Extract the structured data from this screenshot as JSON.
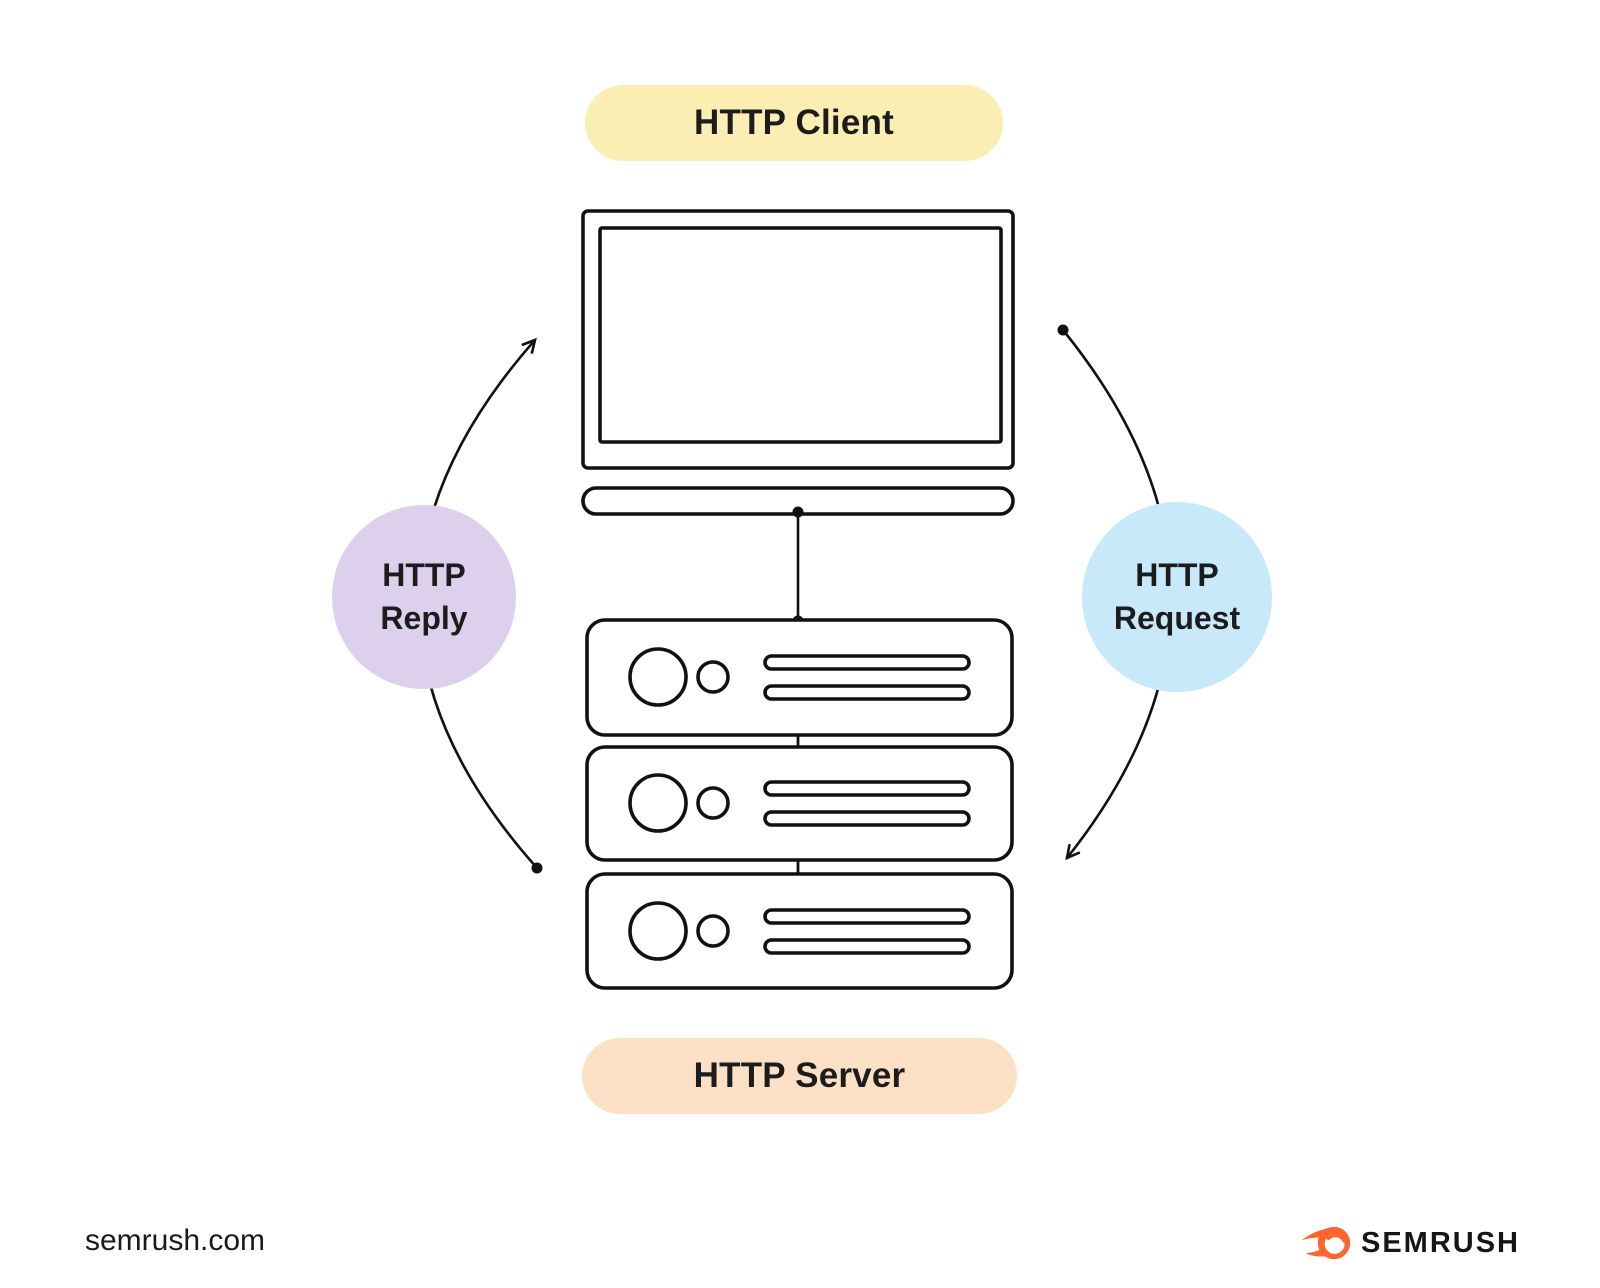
{
  "labels": {
    "client": "HTTP Client",
    "server": "HTTP Server",
    "reply": [
      "HTTP",
      "Reply"
    ],
    "request": [
      "HTTP",
      "Request"
    ]
  },
  "footer": {
    "site": "semrush.com",
    "brand": "SEMRUSH"
  },
  "colors": {
    "client_pill": "#FAEEB2",
    "server_pill": "#FCE0C6",
    "reply_bubble": "#DDD0EC",
    "request_bubble": "#C8E9FA",
    "line_art": "#111111",
    "brand_orange": "#FF642D",
    "text": "#1C1C1C",
    "background": "#FFFFFF"
  },
  "icons": [
    "client-computer-icon",
    "server-stack-icon",
    "http-reply-arrow-icon",
    "http-request-arrow-icon",
    "semrush-flame-icon"
  ]
}
